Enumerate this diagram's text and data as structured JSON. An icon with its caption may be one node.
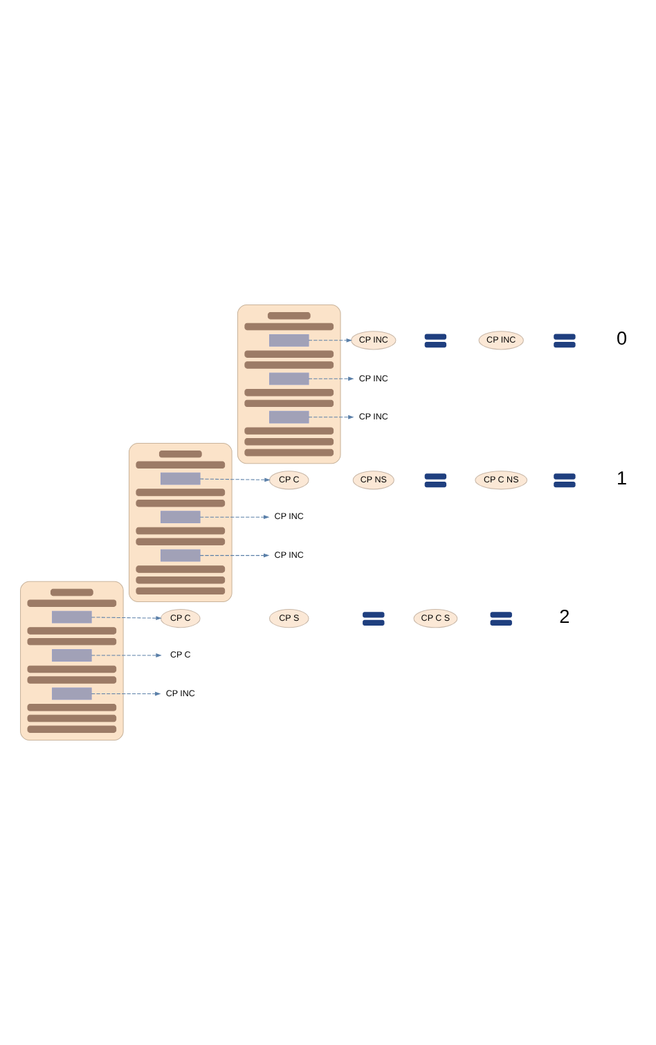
{
  "diagram": {
    "nodes": [
      {
        "text": [],
        "shape": "box"
      },
      {
        "text": [],
        "shape": "bar",
        "in": 0
      },
      {
        "text": [],
        "shape": "bar",
        "in": 0
      },
      {
        "text": [],
        "shape": "highlight",
        "in": 0
      },
      {
        "text": [],
        "shape": "bar",
        "in": 0
      },
      {
        "text": [],
        "shape": "bar",
        "in": 0
      },
      {
        "text": [],
        "shape": "highlight",
        "in": 0
      },
      {
        "text": [],
        "shape": "bar",
        "in": 0
      },
      {
        "text": [],
        "shape": "bar",
        "in": 0
      },
      {
        "text": [],
        "shape": "highlight",
        "in": 0
      },
      {
        "text": [],
        "shape": "bar",
        "in": 0
      },
      {
        "text": [],
        "shape": "bar",
        "in": 0
      },
      {
        "text": [],
        "shape": "bar",
        "in": 0
      },
      {
        "text": [
          "CP INC"
        ]
      },
      {
        "text": [],
        "shape": "equals"
      },
      {
        "text": [
          "CP INC"
        ]
      },
      {
        "text": [],
        "shape": "equals"
      },
      {
        "text": [
          "CP INC"
        ]
      },
      {
        "text": [
          "CP INC"
        ]
      },
      {
        "text": [],
        "shape": "box"
      },
      {
        "text": [],
        "shape": "bar",
        "in": 19
      },
      {
        "text": [],
        "shape": "bar",
        "in": 19
      },
      {
        "text": [],
        "shape": "highlight",
        "in": 19
      },
      {
        "text": [],
        "shape": "bar",
        "in": 19
      },
      {
        "text": [],
        "shape": "bar",
        "in": 19
      },
      {
        "text": [],
        "shape": "highlight",
        "in": 19
      },
      {
        "text": [],
        "shape": "bar",
        "in": 19
      },
      {
        "text": [],
        "shape": "bar",
        "in": 19
      },
      {
        "text": [],
        "shape": "highlight",
        "in": 19
      },
      {
        "text": [],
        "shape": "bar",
        "in": 19
      },
      {
        "text": [],
        "shape": "bar",
        "in": 19
      },
      {
        "text": [],
        "shape": "bar",
        "in": 19
      },
      {
        "text": [
          "CP C"
        ]
      },
      {
        "text": [
          "CP NS"
        ]
      },
      {
        "text": [],
        "shape": "equals"
      },
      {
        "text": [
          "CP C NS"
        ]
      },
      {
        "text": [],
        "shape": "equals"
      },
      {
        "text": [
          "CP INC"
        ]
      },
      {
        "text": [
          "CP INC"
        ]
      },
      {
        "text": [],
        "shape": "box"
      },
      {
        "text": [],
        "shape": "bar",
        "in": 39
      },
      {
        "text": [],
        "shape": "bar",
        "in": 39
      },
      {
        "text": [],
        "shape": "highlight",
        "in": 39
      },
      {
        "text": [],
        "shape": "bar",
        "in": 39
      },
      {
        "text": [],
        "shape": "bar",
        "in": 39
      },
      {
        "text": [],
        "shape": "highlight",
        "in": 39
      },
      {
        "text": [],
        "shape": "bar",
        "in": 39
      },
      {
        "text": [],
        "shape": "bar",
        "in": 39
      },
      {
        "text": [],
        "shape": "highlight",
        "in": 39
      },
      {
        "text": [],
        "shape": "bar",
        "in": 39
      },
      {
        "text": [],
        "shape": "bar",
        "in": 39
      },
      {
        "text": [],
        "shape": "bar",
        "in": 39
      },
      {
        "text": [
          "CP C"
        ]
      },
      {
        "text": [
          "CP S"
        ]
      },
      {
        "text": [],
        "shape": "equals"
      },
      {
        "text": [
          "CP C S"
        ]
      },
      {
        "text": [],
        "shape": "equals"
      },
      {
        "text": [
          "CP C"
        ]
      },
      {
        "text": [
          "CP INC"
        ]
      }
    ],
    "edges": [
      {
        "from": 3,
        "to": 13,
        "arrow": "to",
        "style": "dashed"
      },
      {
        "from": 6,
        "to": 17,
        "arrow": "to",
        "style": "dashed"
      },
      {
        "from": 9,
        "to": 18,
        "arrow": "to",
        "style": "dashed"
      },
      {
        "from": 22,
        "to": 32,
        "arrow": "to",
        "style": "dashed"
      },
      {
        "from": 25,
        "to": 37,
        "arrow": "to",
        "style": "dashed"
      },
      {
        "from": 28,
        "to": 38,
        "arrow": "to",
        "style": "dashed"
      },
      {
        "from": 42,
        "to": 52,
        "arrow": "to",
        "style": "dashed"
      },
      {
        "from": 45,
        "to": 57,
        "arrow": "to",
        "style": "dashed"
      },
      {
        "from": 48,
        "to": 58,
        "arrow": "to",
        "style": "dashed"
      }
    ],
    "labels": [
      "0",
      "1",
      "2"
    ]
  }
}
